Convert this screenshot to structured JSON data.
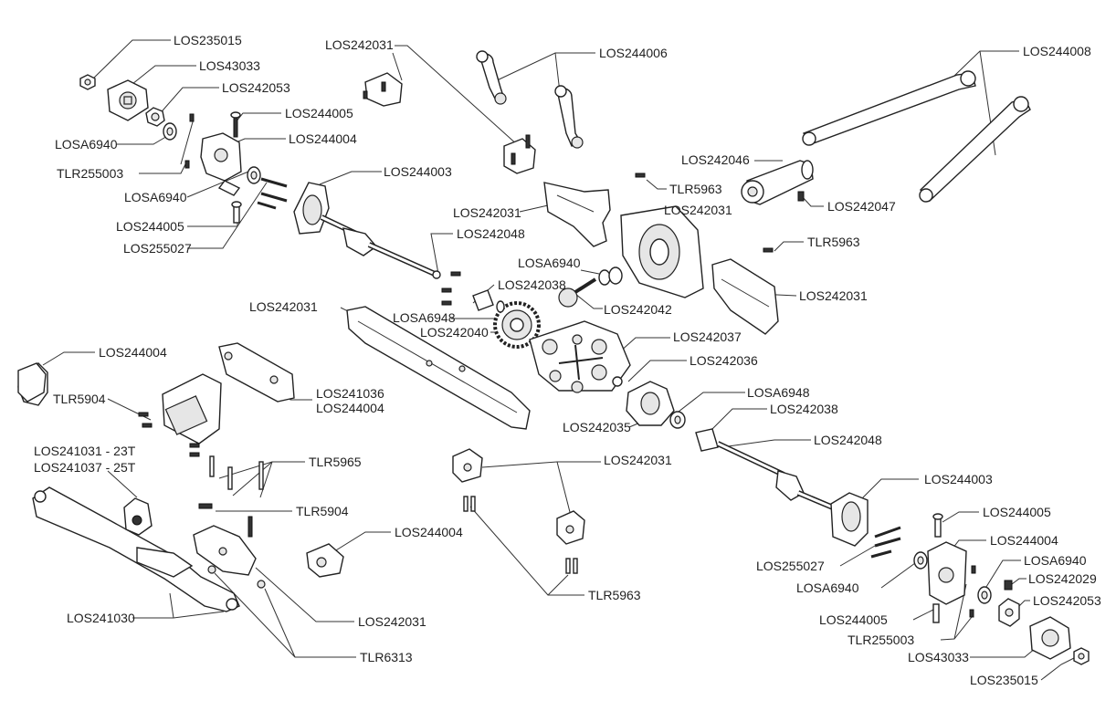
{
  "parts": {
    "los235015": "LOS235015",
    "los43033": "LOS43033",
    "los242053": "LOS242053",
    "los244005": "LOS244005",
    "los244004": "LOS244004",
    "losa6940": "LOSA6940",
    "tlr255003": "TLR255003",
    "los255027": "LOS255027",
    "los244003": "LOS244003",
    "los242031": "LOS242031",
    "los244006": "LOS244006",
    "los244008": "LOS244008",
    "los242046": "LOS242046",
    "tlr5963": "TLR5963",
    "los242047": "LOS242047",
    "los242048": "LOS242048",
    "los242038": "LOS242038",
    "los242042": "LOS242042",
    "losa6948": "LOSA6948",
    "los242040": "LOS242040",
    "los242037": "LOS242037",
    "los242036": "LOS242036",
    "los242035": "LOS242035",
    "los241036": "LOS241036",
    "tlr5904": "TLR5904",
    "los241031_23t": "LOS241031 - 23T",
    "los241037_25t": "LOS241037 - 25T",
    "tlr5965": "TLR5965",
    "los241030": "LOS241030",
    "tlr6313": "TLR6313",
    "los242029": "LOS242029"
  }
}
